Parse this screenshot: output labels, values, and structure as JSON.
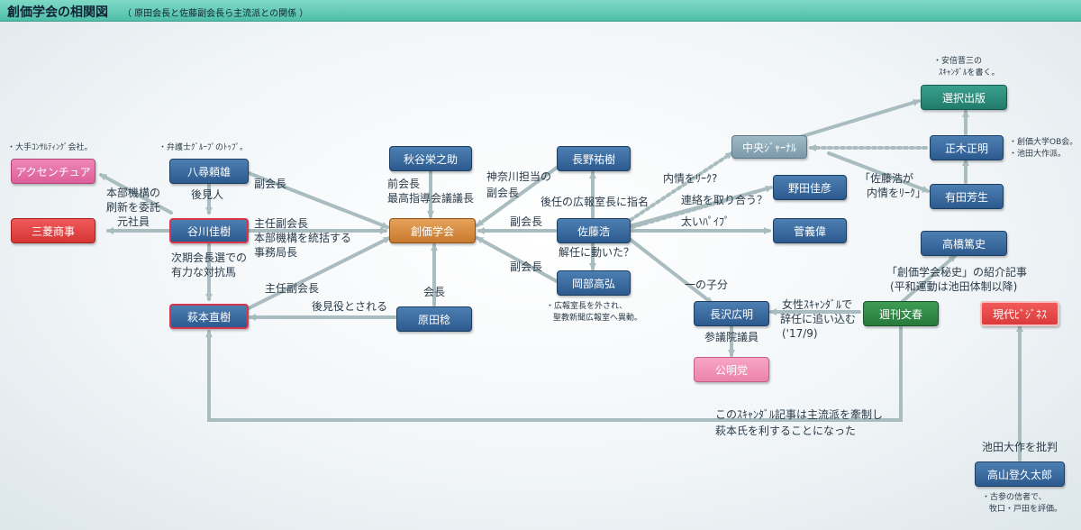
{
  "header": {
    "title": "創価学会の相関図",
    "subtitle": "（ 原田会長と佐藤副会長ら主流派との関係 ）"
  },
  "nodes": {
    "accenture": "アクセンチュア",
    "mitsubishi": "三菱商事",
    "yahiro": "八尋頼雄",
    "tanigawa": "谷川佳樹",
    "hagimoto": "萩本直樹",
    "akiya": "秋谷栄之助",
    "soka": "創価学会",
    "harada": "原田稔",
    "nagano": "長野祐樹",
    "sato": "佐藤浩",
    "okabe": "岡部高弘",
    "chuo": "中央ｼﾞｬｰﾅﾙ",
    "noda": "野田佳彦",
    "suga": "菅義偉",
    "sentaku": "選択出版",
    "masaki": "正木正明",
    "arita": "有田芳生",
    "takahashi": "高橋篤史",
    "nagasawa": "長沢広明",
    "bunshun": "週刊文春",
    "gendai": "現代ﾋﾞｼﾞﾈｽ",
    "komeito": "公明党",
    "takayama": "高山登久太郎"
  },
  "labels": {
    "honbu1": "本部機構の",
    "honbu2": "刷新を委託",
    "honbu3": "元社員",
    "koken": "後見人",
    "fukukaicho_yahiro": "副会長",
    "shunin1": "主任副会長",
    "shunin2": "本部機構を統括する",
    "shunin3": "事務局長",
    "jiki1": "次期会長選での",
    "jiki2": "有力な対抗馬",
    "shunin_hagimoto": "主任副会長",
    "kokenyaku": "後見役とされる",
    "kaicho": "会長",
    "zen1": "前会長",
    "zen2": "最高指導会議議長",
    "kanagawa1": "神奈川担当の",
    "kanagawa2": "副会長",
    "fukukaicho_sato": "副会長",
    "fukukaicho_okabe": "副会長",
    "koho": "後任の広報室長に指名",
    "kainin": "解任に動いた？",
    "naijo_leak": "内情をﾘｰｸ?",
    "renraku": "連絡を取り合う？",
    "futoi": "太いﾊﾟｲﾌﾟ",
    "kobun": "一の子分",
    "sato_leak1": "「佐藤浩が",
    "sato_leak2": "内情をﾘｰｸ」",
    "josei1": "女性ｽｷｬﾝﾀﾞﾙで",
    "josei2": "辞任に追い込む",
    "josei3": "('17/9)",
    "sangiin": "参議院議員",
    "hishi1": "「創価学会秘史」の紹介記事",
    "hishi2": "(平和運動は池田体制以降)",
    "scandal1": "このｽｷｬﾝﾀﾞﾙ記事は主流派を牽制し",
    "scandal2": "萩本氏を利することになった",
    "ikeda": "池田大作を批判"
  },
  "notes": {
    "accenture": "・大手ｺﾝｻﾙﾃｨﾝｸﾞ会社。",
    "yahiro": "・弁護士ｸﾞﾙｰﾌﾟのﾄｯﾌﾟ。",
    "sentaku1": "・安倍晋三の",
    "sentaku2": "ｽｷｬﾝﾀﾞﾙを書く。",
    "masaki1": "・創価大学OB会。",
    "masaki2": "・池田大作派。",
    "okabe1": "・広報室長を外され、",
    "okabe2": "聖教新聞広報室へ異動。",
    "takayama1": "・古参の信者で、",
    "takayama2": "牧口・戸田を評価。"
  },
  "colors": {
    "edge": "#a9bcc0",
    "node_blue": "#2c5a8e",
    "accent_red": "#d9344c",
    "header": "#4fbfa8"
  }
}
